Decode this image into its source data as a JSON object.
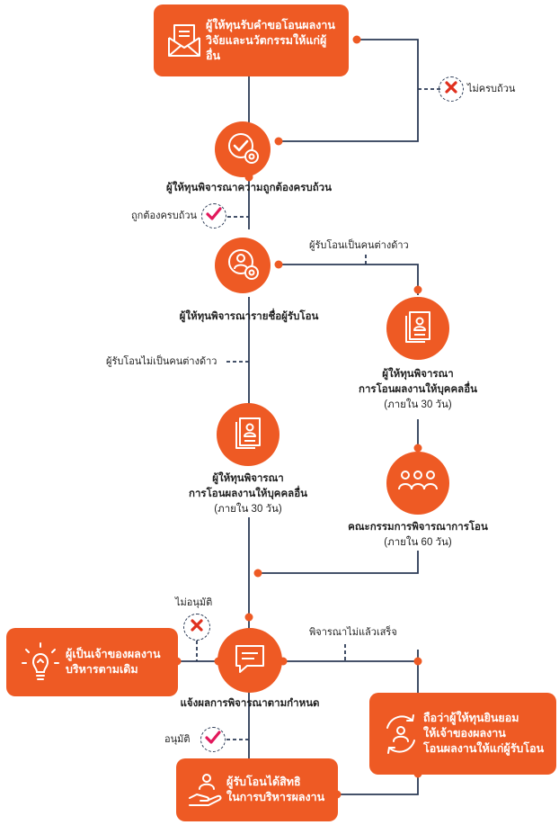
{
  "colors": {
    "accent": "#ee5a24",
    "line": "#2b3a55",
    "text": "#1e1e1e",
    "ok": "#e2185b",
    "bad": "#e0301e"
  },
  "nodes": {
    "request": {
      "line1": "ผู้ให้ทุนรับคำขอโอนผลงาน",
      "line2": "วิจัยและนวัตกรรมให้แก่ผู้อื่น",
      "icon": "envelope-document-icon"
    },
    "check_completeness": {
      "label": "ผู้ให้ทุนพิจารณาความถูกต้องครบถ้วน",
      "icon": "check-gear-icon"
    },
    "check_recipient": {
      "label": "ผู้ให้ทุนพิจารณารายชื่อผู้รับโอน",
      "icon": "person-gear-icon"
    },
    "consider_foreign": {
      "line1": "ผู้ให้ทุนพิจารณา",
      "line2": "การโอนผลงานให้บุคคลอื่น",
      "line3": "(ภายใน 30 วัน)",
      "icon": "document-person-icon"
    },
    "consider_local": {
      "line1": "ผู้ให้ทุนพิจารณา",
      "line2": "การโอนผลงานให้บุคคลอื่น",
      "line3": "(ภายใน 30 วัน)",
      "icon": "document-person-icon"
    },
    "committee": {
      "line1": "คณะกรรมการพิจารณาการโอน",
      "line2": "(ภายใน 60 วัน)",
      "icon": "group-icon"
    },
    "notify": {
      "label": "แจ้งผลการพิจารณาตามกำหนด",
      "icon": "chat-bubble-icon"
    },
    "owner_keeps": {
      "line1": "ผู้เป็นเจ้าของผลงาน",
      "line2": "บริหารตามเดิม",
      "icon": "lightbulb-icon"
    },
    "deemed_consent": {
      "line1": "ถือว่าผู้ให้ทุนยินยอม",
      "line2": "ให้เจ้าของผลงาน",
      "line3": "โอนผลงานให้แก่ผู้รับโอน",
      "icon": "person-cycle-icon"
    },
    "recipient_rights": {
      "line1": "ผู้รับโอนได้สิทธิ",
      "line2": "ในการบริหารผลงาน",
      "icon": "hand-person-icon"
    }
  },
  "edges": {
    "incomplete": "ไม่ครบถ้วน",
    "complete": "ถูกต้องครบถ้วน",
    "foreign": "ผู้รับโอนเป็นคนต่างด้าว",
    "not_foreign": "ผู้รับโอนไม่เป็นคนต่างด้าว",
    "rejected": "ไม่อนุมัติ",
    "not_finished": "พิจารณาไม่แล้วเสร็จ",
    "approved": "อนุมัติ"
  }
}
